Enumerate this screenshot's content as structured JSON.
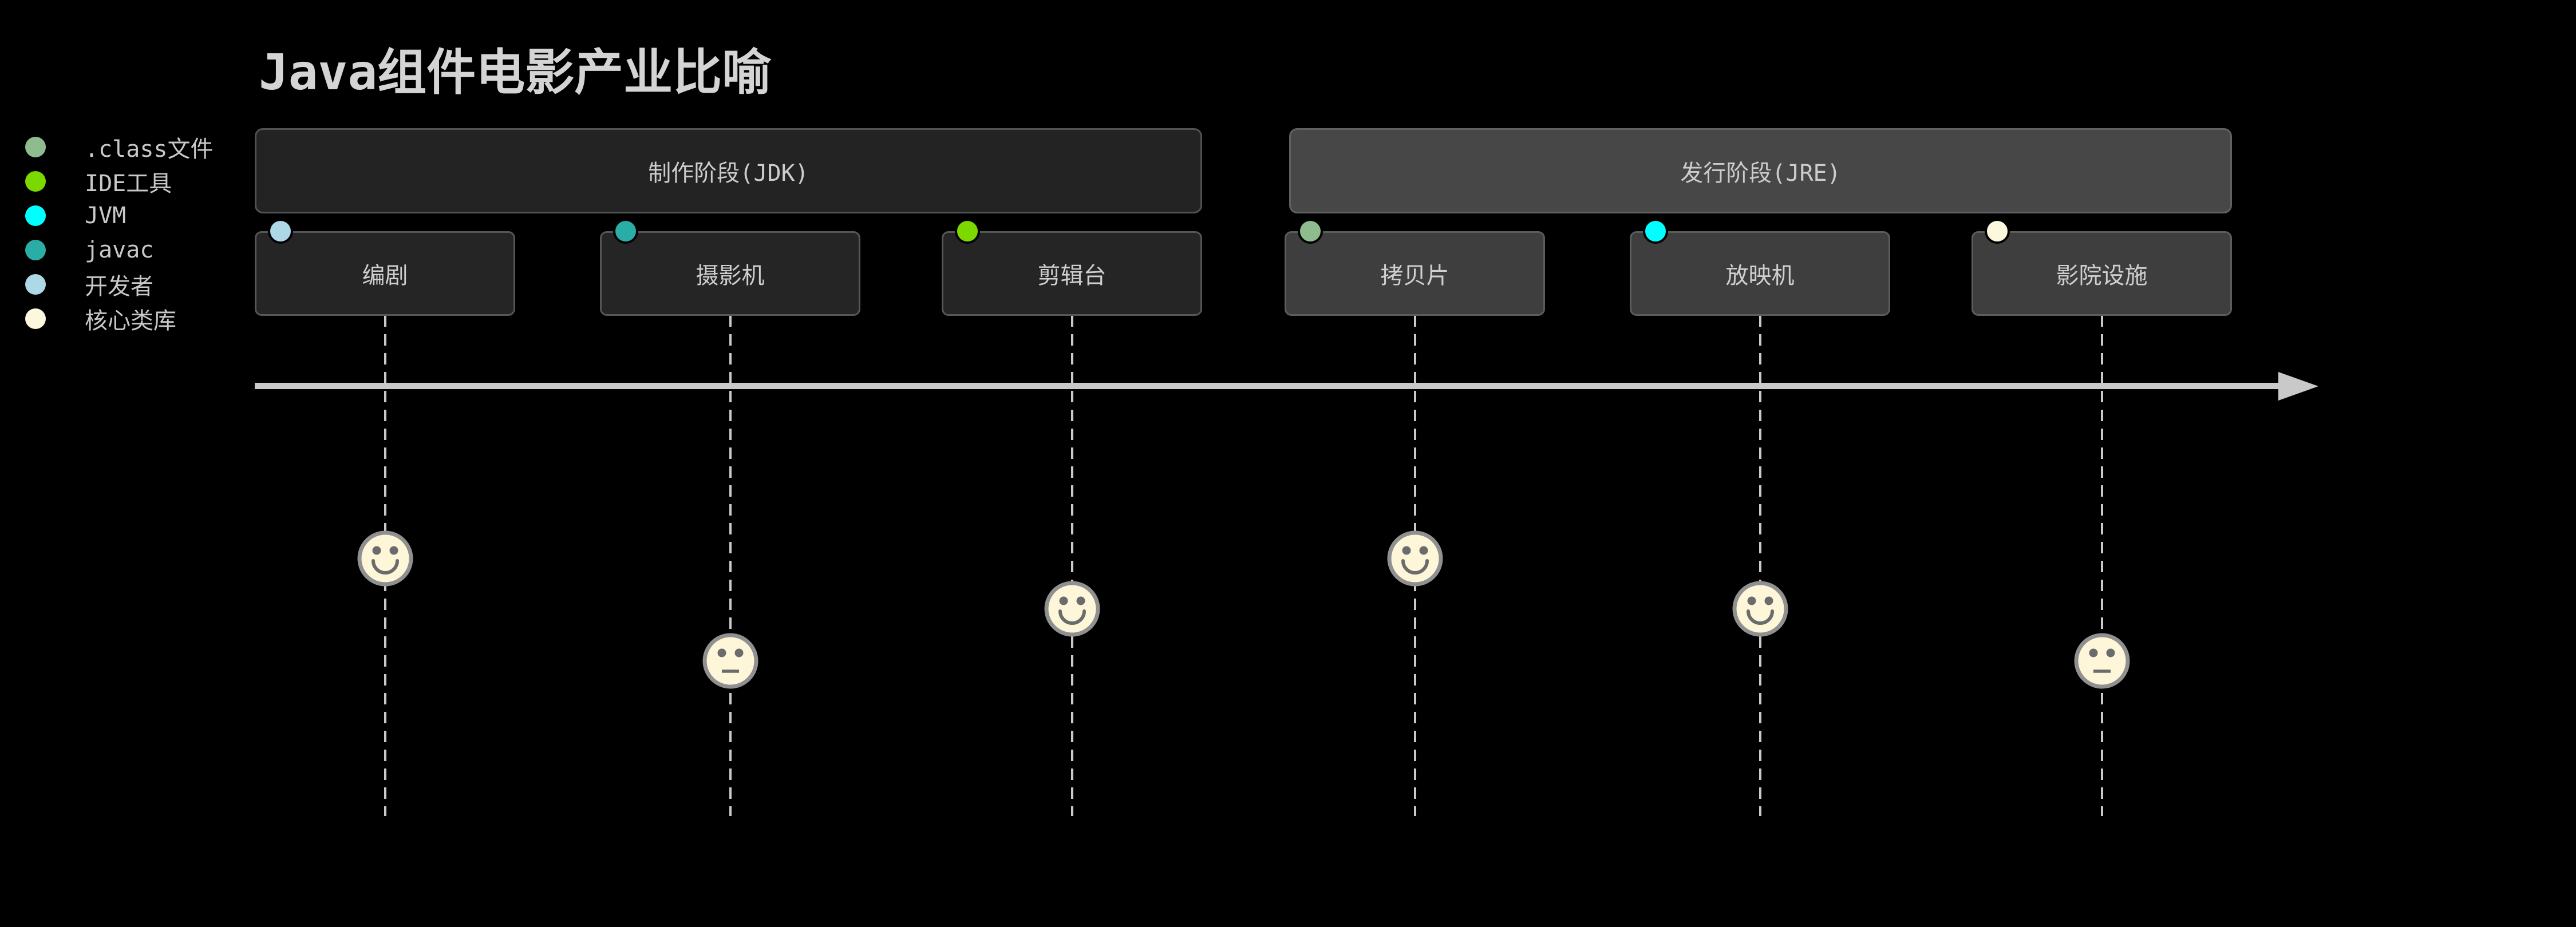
{
  "title": "Java组件电影产业比喻",
  "colors": {
    "background": "#000000",
    "arrow": "#c9c9c9",
    "dashed_line": "#c9c9c9",
    "face_fill": "#fdf6d8",
    "face_ring": "#909090",
    "face_features": "#6b6b6b",
    "dot_outline": "#000000"
  },
  "legend": {
    "items": [
      {
        "label": ".class文件",
        "color": "#8fbc8f"
      },
      {
        "label": "IDE工具",
        "color": "#7bd900"
      },
      {
        "label": "JVM",
        "color": "#00ffff"
      },
      {
        "label": "javac",
        "color": "#29ada6"
      },
      {
        "label": "开发者",
        "color": "#add8e6"
      },
      {
        "label": "核心类库",
        "color": "#fbf8dd"
      }
    ]
  },
  "phases": [
    {
      "label": "制作阶段(JDK)"
    },
    {
      "label": "发行阶段(JRE)"
    }
  ],
  "components": [
    {
      "label": "编剧",
      "dot_color": "#add8e6",
      "phase": "制作阶段(JDK)",
      "face": "smile"
    },
    {
      "label": "摄影机",
      "dot_color": "#29ada6",
      "phase": "制作阶段(JDK)",
      "face": "neutral"
    },
    {
      "label": "剪辑台",
      "dot_color": "#7bd900",
      "phase": "制作阶段(JDK)",
      "face": "smile"
    },
    {
      "label": "拷贝片",
      "dot_color": "#8fbc8f",
      "phase": "发行阶段(JRE)",
      "face": "smile"
    },
    {
      "label": "放映机",
      "dot_color": "#00ffff",
      "phase": "发行阶段(JRE)",
      "face": "smile"
    },
    {
      "label": "影院设施",
      "dot_color": "#fbf8dd",
      "phase": "发行阶段(JRE)",
      "face": "neutral"
    }
  ]
}
